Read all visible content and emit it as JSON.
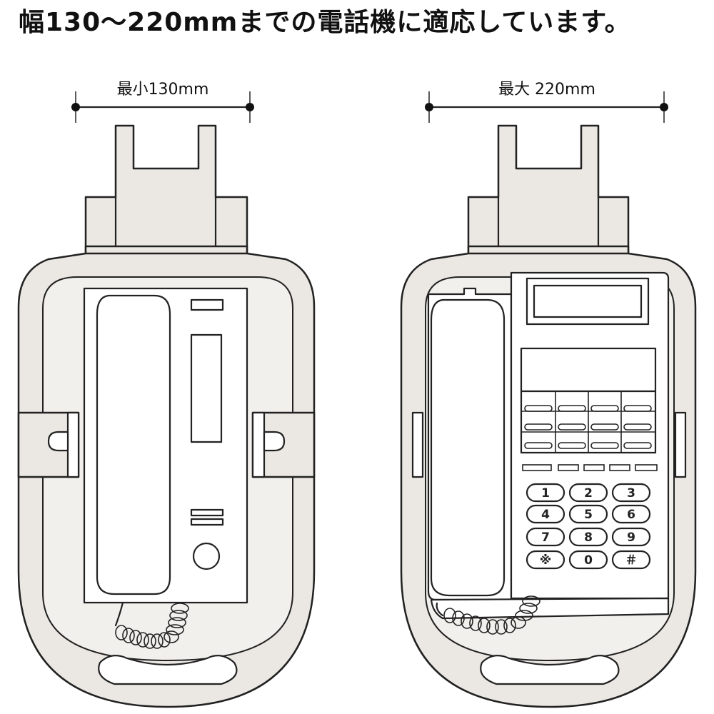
{
  "title": "幅130〜220mmまでの電話機に適応しています。",
  "left_holder": {
    "width_label": "最小130mm"
  },
  "right_holder": {
    "width_label": "最大 220mm",
    "keypad": [
      "1",
      "2",
      "3",
      "4",
      "5",
      "6",
      "7",
      "8",
      "9",
      "※",
      "0",
      "＃"
    ]
  },
  "colors": {
    "holder_fill": "#ebe8e3",
    "outline": "#222222",
    "background": "#ffffff"
  }
}
